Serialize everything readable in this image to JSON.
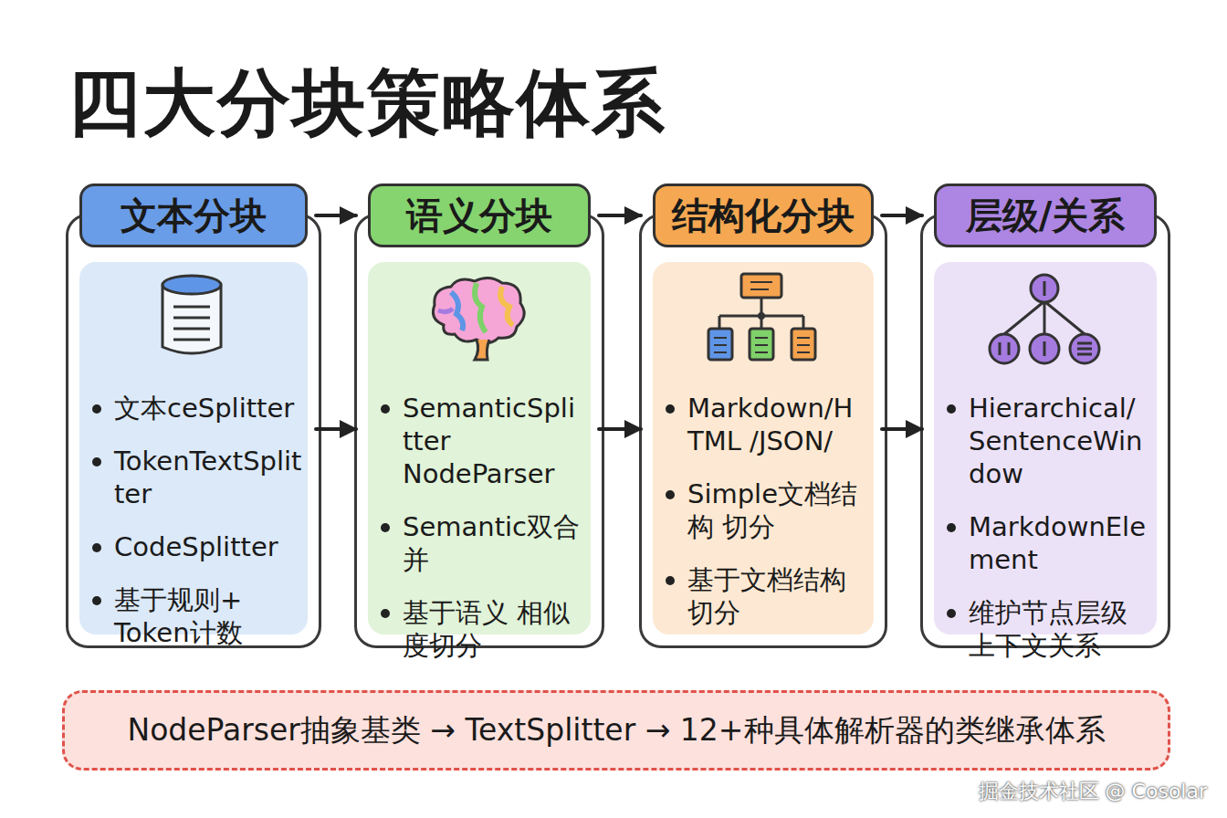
{
  "diagram": {
    "title": "四大分块策略体系",
    "nodes": [
      {
        "text": [
          "文本分块",
          "文本ceSplitter",
          "TokenTextSplitter",
          "CodeSplitter",
          "基于规则+ Token计数"
        ]
      },
      {
        "text": [
          "语义分块",
          "SemanticSplitter NodeParser",
          "Semantic双合并",
          "基于语义 相似度切分"
        ]
      },
      {
        "text": [
          "结构化分块",
          "Markdown/HTML /JSON/",
          "Simple文档结构 切分",
          "基于文档结构 切分"
        ]
      },
      {
        "text": [
          "层级/关系",
          "Hierarchical/ SentenceWindow",
          "MarkdownElement",
          "维护节点层级 上下文关系"
        ]
      },
      {
        "text": [
          "NodeParser抽象基类 → TextSplitter → 12+种具体解析器的类继承体系"
        ]
      }
    ],
    "edges": [
      {
        "from": 0,
        "to": 1,
        "arrow": "to"
      },
      {
        "from": 1,
        "to": 2,
        "arrow": "to"
      },
      {
        "from": 2,
        "to": 3,
        "arrow": "to"
      },
      {
        "from": 0,
        "to": 1,
        "arrow": "to"
      },
      {
        "from": 1,
        "to": 2,
        "arrow": "to"
      },
      {
        "from": 2,
        "to": 3,
        "arrow": "to"
      }
    ],
    "labels": [
      "掘金技术社区 @ Cosolar"
    ]
  }
}
